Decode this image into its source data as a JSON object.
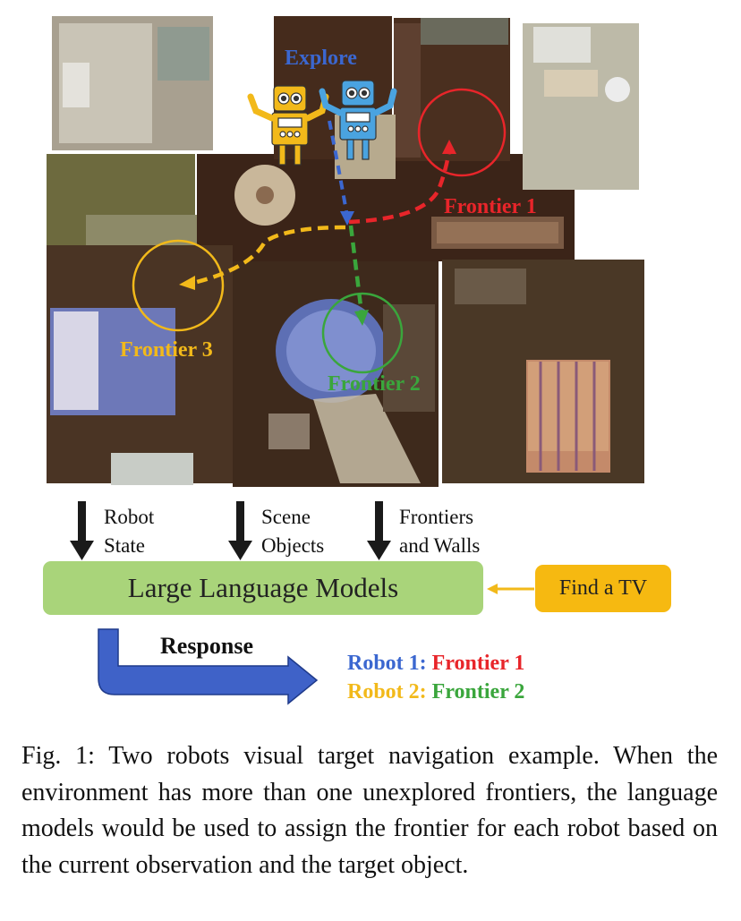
{
  "map": {
    "explore_label": "Explore",
    "frontiers": [
      {
        "label": "Frontier 1",
        "color": "#e8252a"
      },
      {
        "label": "Frontier 2",
        "color": "#3aa63c"
      },
      {
        "label": "Frontier 3",
        "color": "#f2b91a"
      }
    ],
    "colors": {
      "explore": "#3b67d0",
      "robot1": "#4aa3e0",
      "robot2": "#f2b91a"
    }
  },
  "inputs": {
    "robot_state": [
      "Robot",
      "State"
    ],
    "scene_objects": [
      "Scene",
      "Objects"
    ],
    "frontiers_walls": [
      "Frontiers",
      "and Walls"
    ]
  },
  "llm_label": "Large Language Models",
  "task_label": "Find a TV",
  "response_label": "Response",
  "assignments": [
    {
      "robot": "Robot 1:",
      "robot_color": "#3b67d0",
      "frontier": "Frontier 1",
      "frontier_color": "#e8252a"
    },
    {
      "robot": "Robot 2:",
      "robot_color": "#f2b91a",
      "frontier": "Frontier 2",
      "frontier_color": "#3aa63c"
    }
  ],
  "caption": "Fig. 1: Two robots visual target navigation example. When the environment has more than one unexplored frontiers, the language models would be used to assign the frontier for each robot based on the current observation and the target object."
}
